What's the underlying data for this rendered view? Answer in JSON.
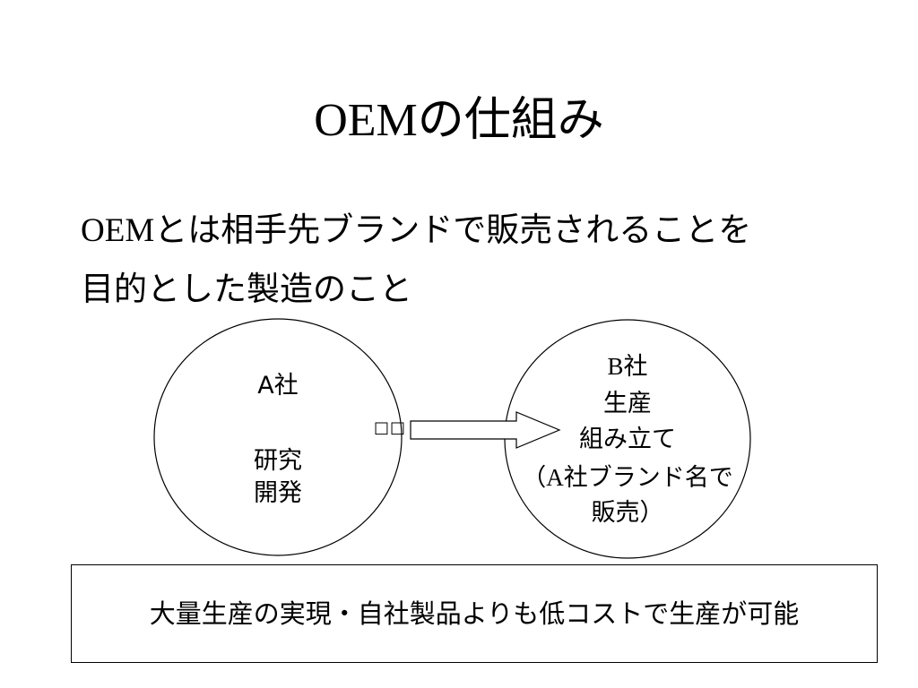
{
  "title": {
    "latin": "OEM",
    "rest": "の仕組み"
  },
  "bullet": {
    "line1_latin": "OEM",
    "line1_rest": "とは相手先ブランドで販売されることを",
    "line2": "目的とした製造のこと"
  },
  "company_a": {
    "name": "A社",
    "role_line1": "研究",
    "role_line2": "開発"
  },
  "arrow": {
    "glyphs": "□□"
  },
  "company_b": {
    "name_latin": "B",
    "name_rest": "社",
    "line1": "生産",
    "line2": "組み立て",
    "line3_paren": "（",
    "line3_latin": "A",
    "line3_rest": "社ブランド名で",
    "line4": "販売）"
  },
  "summary": {
    "text": "大量生産の実現・自社製品よりも低コストで生産が可能"
  }
}
